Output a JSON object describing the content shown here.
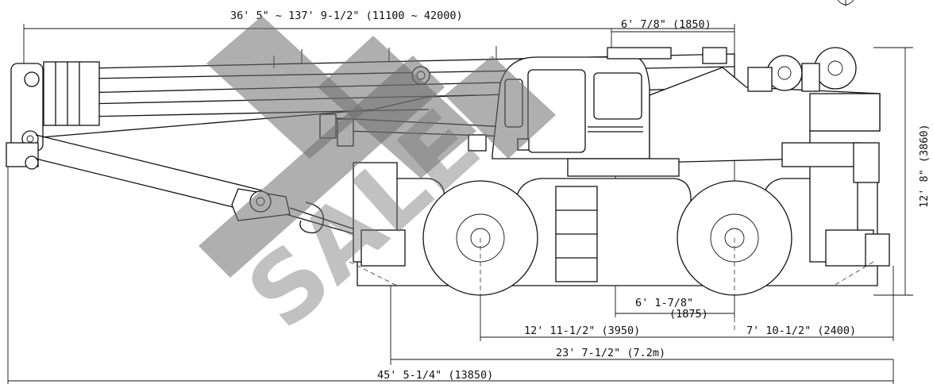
{
  "dimensions": {
    "boom_length": "36' 5\"  ~ 137' 9-1/2\" (11100 ~ 42000)",
    "cab_width": "6' 7/8\" (1850)",
    "overall_height": "12' 8\" (3860)",
    "center_to_swing": "6' 1-7/8\"",
    "center_to_swing_mm": "(1875)",
    "wheelbase": "12' 11-1/2\" (3950)",
    "rear_overhang": "7' 10-1/2\" (2400)",
    "turning_radius": "23' 7-1/2\" (7.2m)",
    "overall_length": "45' 5-1/4\" (13850)"
  },
  "watermark": {
    "text": "SALE",
    "color": "#6e6e6e"
  }
}
